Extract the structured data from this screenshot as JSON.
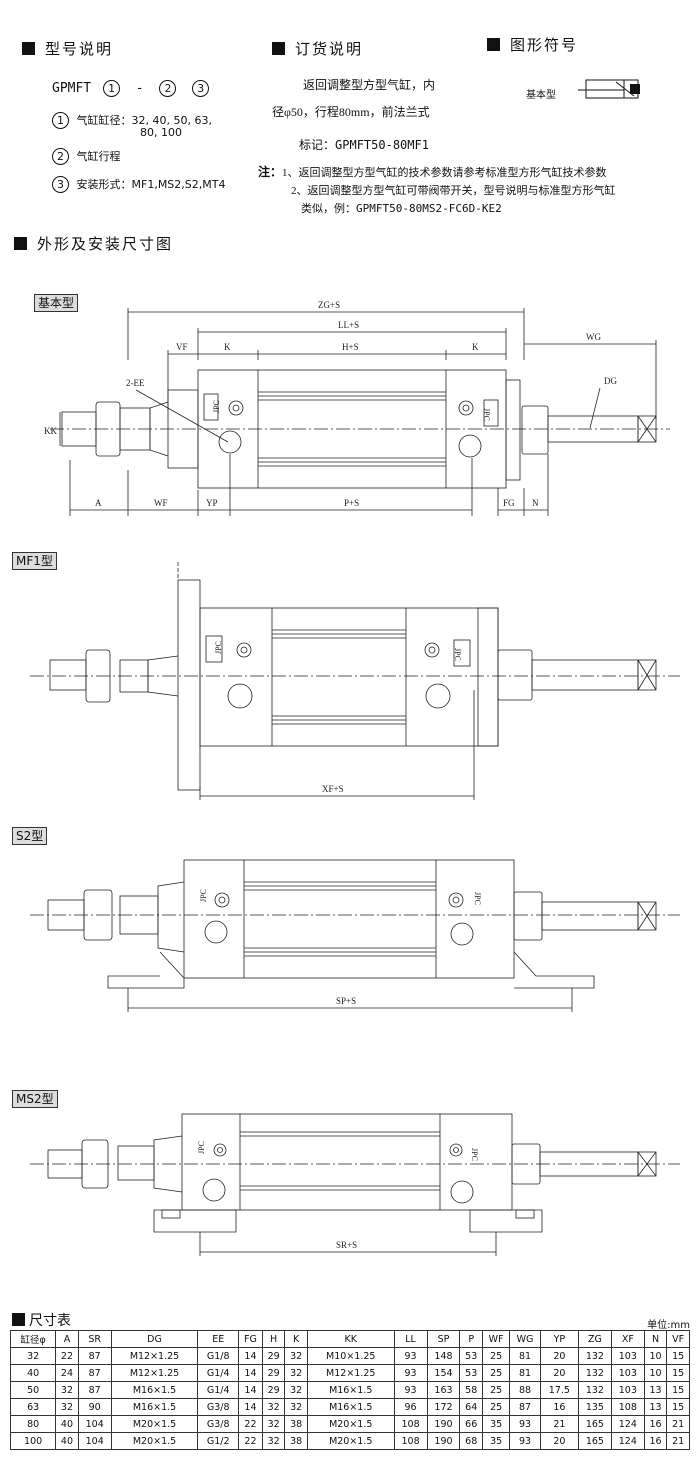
{
  "model": {
    "heading": "型号说明",
    "code_prefix": "GPMFT",
    "n1": "1",
    "dash": "-",
    "n2": "2",
    "n3": "3",
    "items": [
      {
        "num": "1",
        "text": "气缸缸径：32, 40, 50, 63,",
        "text2": "80, 100"
      },
      {
        "num": "2",
        "text": "气缸行程"
      },
      {
        "num": "3",
        "text": "安装形式：MF1,MS2,S2,MT4"
      }
    ]
  },
  "order": {
    "heading": "订货说明",
    "line1": "返回调整型方型气缸，内",
    "line2": "径φ50，行程80mm，前法兰式",
    "mark_label": "标记：",
    "mark_code": "GPMFT50-80MF1"
  },
  "symbol": {
    "heading": "图形符号",
    "label": "基本型"
  },
  "notes": {
    "label": "注：",
    "n1": "1、返回调整型方型气缸的技术参数请参考标准型方形气缸技术参数",
    "n2": "2、返回调整型方型气缸可带阀带开关，型号说明与标准型方形气缸",
    "n3_prefix": "类似，例：",
    "n3_code": "GPMFT50-80MS2-FC6D-KE2"
  },
  "dims_heading": "外形及安装尺寸图",
  "drawings": {
    "basic": {
      "label": "基本型",
      "dims": {
        "zg": "ZG+S",
        "ll": "LL+S",
        "vf": "VF",
        "k1": "K",
        "h": "H+S",
        "k2": "K",
        "wg": "WG",
        "ee": "2-EE",
        "dg": "DG",
        "kk": "KK",
        "a": "A",
        "wf": "WF",
        "yp": "YP",
        "p": "P+S",
        "fg": "FG",
        "n": "N"
      },
      "brand": "JPC"
    },
    "mf1": {
      "label": "MF1型",
      "dim": "XF+S",
      "brand": "JPC"
    },
    "s2": {
      "label": "S2型",
      "dim": "SP+S",
      "brand": "JPC"
    },
    "ms2": {
      "label": "MS2型",
      "dim": "SR+S",
      "brand": "JPC"
    }
  },
  "table": {
    "title": "尺寸表",
    "unit": "单位:mm",
    "headers": [
      "缸径φ",
      "A",
      "SR",
      "DG",
      "EE",
      "FG",
      "H",
      "K",
      "KK",
      "LL",
      "SP",
      "P",
      "WF",
      "WG",
      "YP",
      "ZG",
      "XF",
      "N",
      "VF"
    ],
    "rows": [
      [
        "32",
        "22",
        "87",
        "M12×1.25",
        "G1/8",
        "14",
        "29",
        "32",
        "M10×1.25",
        "93",
        "148",
        "53",
        "25",
        "81",
        "20",
        "132",
        "103",
        "10",
        "15"
      ],
      [
        "40",
        "24",
        "87",
        "M12×1.25",
        "G1/4",
        "14",
        "29",
        "32",
        "M12×1.25",
        "93",
        "154",
        "53",
        "25",
        "81",
        "20",
        "132",
        "103",
        "10",
        "15"
      ],
      [
        "50",
        "32",
        "87",
        "M16×1.5",
        "G1/4",
        "14",
        "29",
        "32",
        "M16×1.5",
        "93",
        "163",
        "58",
        "25",
        "88",
        "17.5",
        "132",
        "103",
        "13",
        "15"
      ],
      [
        "63",
        "32",
        "90",
        "M16×1.5",
        "G3/8",
        "14",
        "32",
        "32",
        "M16×1.5",
        "96",
        "172",
        "64",
        "25",
        "87",
        "16",
        "135",
        "108",
        "13",
        "15"
      ],
      [
        "80",
        "40",
        "104",
        "M20×1.5",
        "G3/8",
        "22",
        "32",
        "38",
        "M20×1.5",
        "108",
        "190",
        "66",
        "35",
        "93",
        "21",
        "165",
        "124",
        "16",
        "21"
      ],
      [
        "100",
        "40",
        "104",
        "M20×1.5",
        "G1/2",
        "22",
        "32",
        "38",
        "M20×1.5",
        "108",
        "190",
        "68",
        "35",
        "93",
        "20",
        "165",
        "124",
        "16",
        "21"
      ]
    ]
  }
}
